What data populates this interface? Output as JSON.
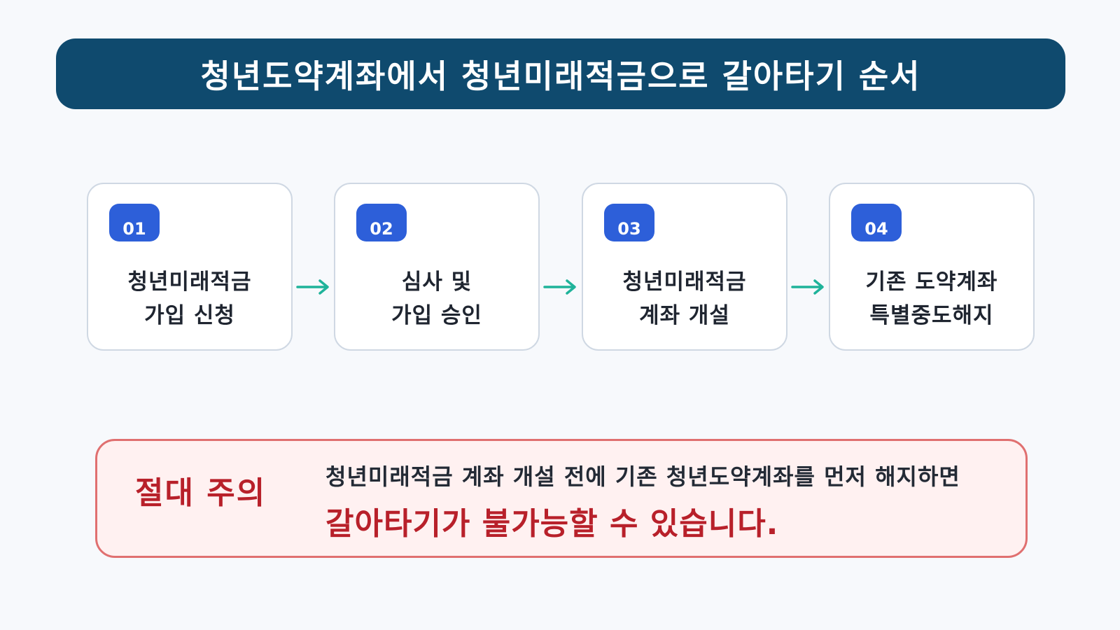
{
  "title": "청년도약계좌에서 청년미래적금으로 갈아타기 순서",
  "colors": {
    "title_bg": "#0f4a6e",
    "badge_bg": "#2d5fd9",
    "arrow": "#1fb39a",
    "warning_accent": "#b8202a",
    "warning_border": "#e07070",
    "warning_bg": "#fff1f1"
  },
  "steps": [
    {
      "number": "01",
      "line1": "청년미래적금",
      "line2": "가입 신청"
    },
    {
      "number": "02",
      "line1": "심사 및",
      "line2": "가입 승인"
    },
    {
      "number": "03",
      "line1": "청년미래적금",
      "line2": "계좌 개설"
    },
    {
      "number": "04",
      "line1": "기존 도약계좌",
      "line2": "특별중도해지"
    }
  ],
  "arrow_icon": "arrow-right-icon",
  "warning": {
    "title": "절대 주의",
    "line1": "청년미래적금 계좌 개설 전에 기존 청년도약계좌를 먼저 해지하면",
    "line2": "갈아타기가 불가능할 수 있습니다."
  }
}
